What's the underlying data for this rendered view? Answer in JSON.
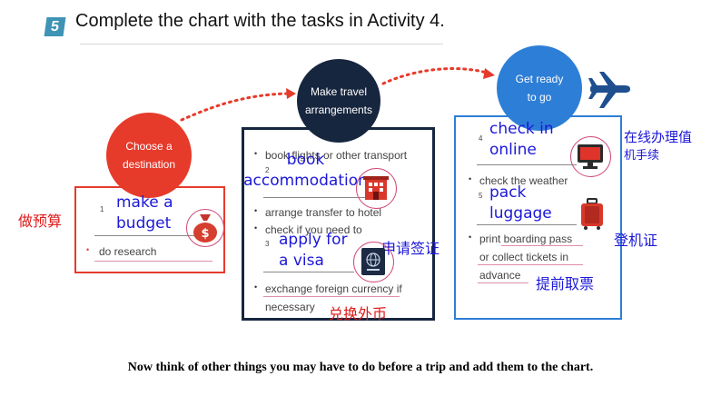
{
  "header": {
    "number": "5",
    "instruction": "Complete the chart with the tasks in Activity 4."
  },
  "stages": [
    {
      "title": "Choose a destination",
      "color": "#e63a2b"
    },
    {
      "title": "Make travel arrangements",
      "color": "#17263f"
    },
    {
      "title": "Get ready to go",
      "color": "#2d7ed6"
    }
  ],
  "panels": {
    "destination": {
      "num_1": "1",
      "task_do_research": "do research",
      "answer_1": "make a budget",
      "answer_1_line1": "make a",
      "answer_1_line2": "budget",
      "note_budget_cn": "做预算"
    },
    "arrangements": {
      "task_book_flights": "book flights or other transport",
      "num_2": "2",
      "answer_2": "book accommodation",
      "answer_2_line1": "book",
      "answer_2_line2": "accommodation",
      "task_transfer": "arrange transfer to hotel",
      "task_visa_check": "check if you need to",
      "num_3": "3",
      "answer_3": "apply for a visa",
      "answer_3_line1": "apply for",
      "answer_3_line2": "a visa",
      "note_visa_cn": "申请签证",
      "task_exchange_1": "exchange foreign currency if",
      "task_exchange_2": "necessary",
      "note_exchange_cn": "兑换外币"
    },
    "ready": {
      "num_4": "4",
      "answer_4": "check in online",
      "answer_4_line1": "check in",
      "answer_4_line2": "online",
      "note_checkin_cn_1": "在线办理值",
      "note_checkin_cn_2": "机手续",
      "task_weather": "check the weather",
      "num_5": "5",
      "answer_5": "pack luggage",
      "answer_5_line1": "pack",
      "answer_5_line2": "luggage",
      "note_boarding_cn": "登机证",
      "task_print_1": "print boarding pass",
      "task_print_2": "or collect tickets in",
      "task_print_3": "advance",
      "note_tickets_cn": "提前取票"
    }
  },
  "icons": {
    "money_bag": "money-bag-icon",
    "hotel": "hotel-icon",
    "passport": "passport-icon",
    "computer": "computer-icon",
    "suitcase": "suitcase-icon",
    "airplane": "airplane-icon"
  },
  "footer": {
    "instruction": "Now think of other things you may have to do before a trip and add them to the chart."
  }
}
